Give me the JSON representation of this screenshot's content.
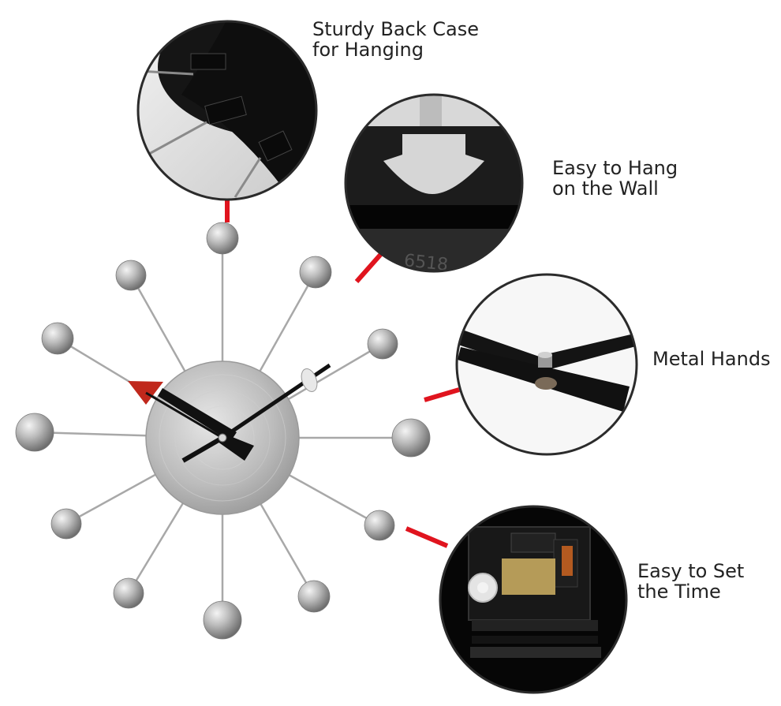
{
  "features": [
    {
      "id": "back-case",
      "lines": [
        "Sturdy Back Case",
        "for Hanging"
      ]
    },
    {
      "id": "hang",
      "lines": [
        "Easy to Hang",
        "on the Wall"
      ]
    },
    {
      "id": "hands",
      "lines": [
        "Metal Hands"
      ]
    },
    {
      "id": "set-time",
      "lines": [
        "Easy to Set",
        "the Time"
      ]
    }
  ],
  "detail_stamp": "6518",
  "colors": {
    "connector": "#e0141e",
    "second_hand": "#c0281c",
    "hands": "#111111",
    "metal": "#b8b8b8",
    "lens_border": "#2b2b2b",
    "text": "#222222"
  }
}
